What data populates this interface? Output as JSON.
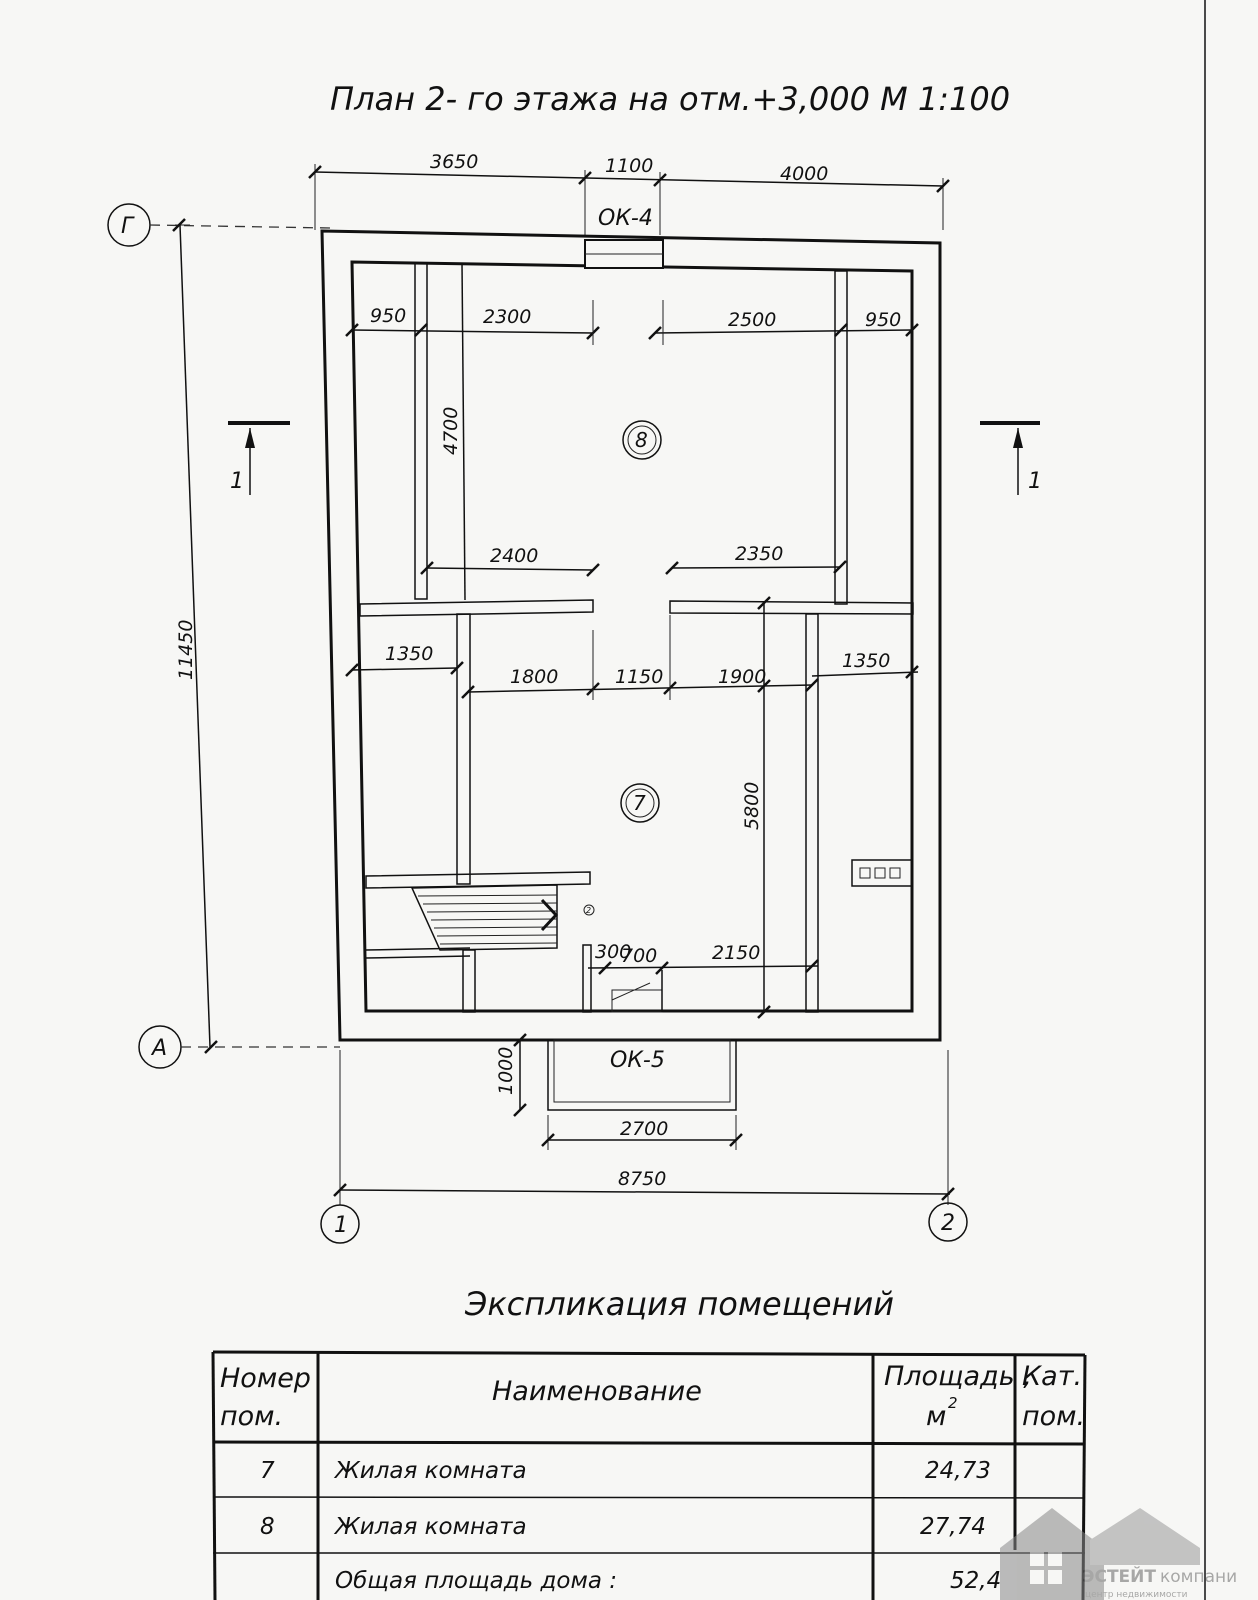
{
  "title": "План 2- го этажа на отм.+3,000   М 1:100",
  "axes": {
    "g": "Г",
    "a": "А",
    "one": "1",
    "two": "2"
  },
  "section_label": "1",
  "windows": {
    "top": "ОК-4",
    "bottom": "ОК-5"
  },
  "rooms": {
    "r8": "8",
    "r7": "7",
    "stair_mark": "2"
  },
  "dims": {
    "top_3650": "3650",
    "top_1100": "1100",
    "top_4000": "4000",
    "left_11450": "11450",
    "r8_950a": "950",
    "r8_2300": "2300",
    "r8_2500": "2500",
    "r8_950b": "950",
    "r8_4700": "4700",
    "r8_2400": "2400",
    "r8_2350": "2350",
    "r7_1350a": "1350",
    "r7_1800": "1800",
    "r7_1150": "1150",
    "r7_1900": "1900",
    "r7_1350b": "1350",
    "r7_5800": "5800",
    "d_300": "300",
    "d_700": "700",
    "d_2150": "2150",
    "balc_1000": "1000",
    "balc_2700": "2700",
    "bottom_8750": "8750"
  },
  "explication": {
    "title": "Экспликация помещений",
    "headers": {
      "num_1": "Номер",
      "num_2": "пом.",
      "name": "Наименование",
      "area_1": "Площадь ,",
      "area_2": "м",
      "cat_1": "Кат.",
      "cat_2": "пом."
    },
    "rows": [
      {
        "num": "7",
        "name": "Жилая комната",
        "area": "24,73",
        "cat": ""
      },
      {
        "num": "8",
        "name": "Жилая комната",
        "area": "27,74",
        "cat": ""
      }
    ],
    "total_label": "Общая площадь дома :",
    "total_value": "52,4"
  },
  "watermark": {
    "text_bold": "ЭСТЕЙТ",
    "text_light": "компани",
    "sub": "центр недвижимости"
  }
}
